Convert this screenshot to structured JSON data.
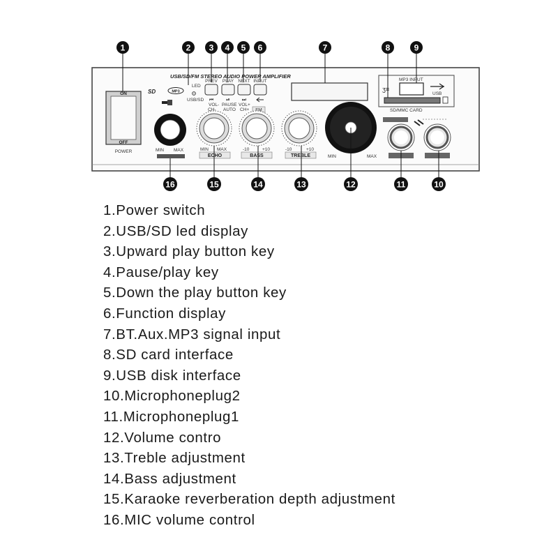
{
  "panel": {
    "title": "USB/SD/FM STEREO AUDIO POWER AMPLIFIER",
    "power": {
      "on": "ON",
      "off": "OFF",
      "label": "POWER"
    },
    "led": "LED",
    "usb_sd": "USB/SD",
    "sd_logo": "SD",
    "mp3_logo": "MP3",
    "buttons": [
      {
        "top": "PREV",
        "bottom": "⏮"
      },
      {
        "top": "PLAY",
        "bottom": "⏯"
      },
      {
        "top": "NEXT",
        "bottom": "⏭"
      },
      {
        "top": "INPUT",
        "bottom": ""
      }
    ],
    "row_labels": {
      "vol_minus": "VOL-",
      "pause": "PAUSE",
      "vol_plus": "VOL+",
      "ch_minus": "CH-",
      "auto": "AUTO",
      "ch_plus": "CH+",
      "fm": "FM"
    },
    "mp3_input": "MP3 INPUT",
    "usb": "USB",
    "sd_card": "SD/MMC CARD",
    "knobs": {
      "mic": {
        "min": "MIN",
        "max": "MAX"
      },
      "echo": {
        "min": "MIN",
        "max": "MAX",
        "name": "ECHO"
      },
      "bass": {
        "min": "-10",
        "max": "+10",
        "name": "BASS"
      },
      "treble": {
        "min": "-10",
        "max": "+10",
        "name": "TREBLE"
      },
      "volume": {
        "min": "MIN",
        "max": "MAX"
      }
    }
  },
  "callouts": [
    "1",
    "2",
    "3",
    "4",
    "5",
    "6",
    "7",
    "8",
    "9",
    "16",
    "15",
    "14",
    "13",
    "12",
    "11",
    "10"
  ],
  "legend": [
    "1.Power switch",
    "2.USB/SD led display",
    "3.Upward play button key",
    "4.Pause/play key",
    "5.Down the play button key",
    "6.Function display",
    "7.BT.Aux.MP3 signal input",
    "8.SD card interface",
    "9.USB disk interface",
    "10.Microphoneplug2",
    "11.Microphoneplug1",
    "12.Volume contro",
    "13.Treble adjustment",
    "14.Bass adjustment",
    "15.Karaoke reverberation depth adjustment",
    "16.MIC volume control"
  ]
}
